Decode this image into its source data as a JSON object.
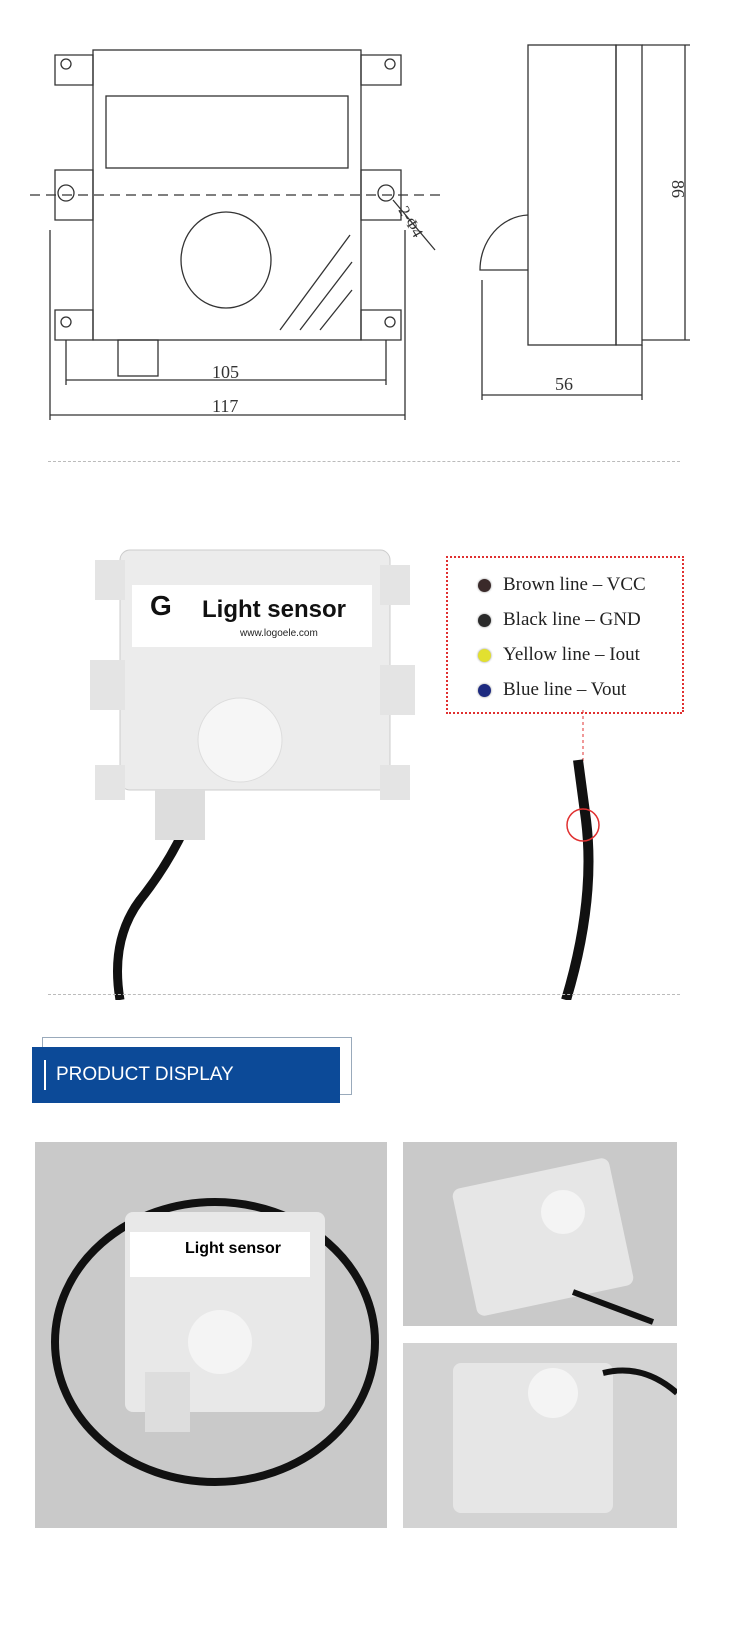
{
  "drawing": {
    "dims": {
      "width_inner": "105",
      "width_outer": "117",
      "height": "86",
      "depth": "56",
      "hole": "2-Φ4"
    }
  },
  "sensor_label": {
    "title": "Light sensor",
    "url": "www.logoele.com"
  },
  "wiring_legend": [
    {
      "label": "Brown line – VCC",
      "color": "#3a2a2a"
    },
    {
      "label": "Black line – GND",
      "color": "#2a2a2a"
    },
    {
      "label": "Yellow line – Iout",
      "color": "#e2e030"
    },
    {
      "label": "Blue line – Vout",
      "color": "#1d2a80"
    }
  ],
  "section_header": {
    "title": "PRODUCT DISPLAY",
    "color": "#0c4a98"
  }
}
